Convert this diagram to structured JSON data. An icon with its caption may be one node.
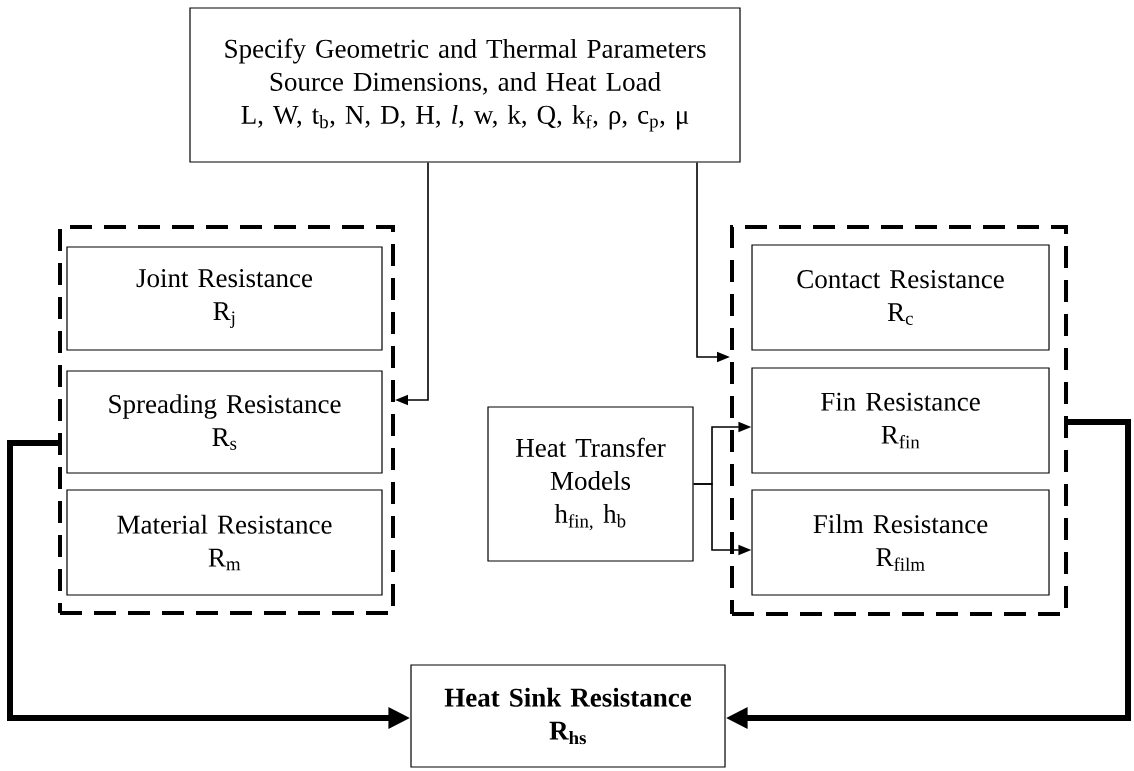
{
  "diagram": {
    "nodes": [
      {
        "text": [
          "Specify Geometric and Thermal Parameters Source Dimensions, and Heat Load",
          "L, W, t$_{b}$, N, D, H, *l*, w, k, Q, k$_{f}$, ρ, c$_{p}$, μ"
        ]
      },
      {
        "text": [],
        "shape": "box"
      },
      {
        "text": [
          "Joint Resistance",
          "R$_{j}$"
        ],
        "in": 1
      },
      {
        "text": [
          "Spreading Resistance",
          "R$_{s}$"
        ],
        "in": 1
      },
      {
        "text": [
          "Material Resistance",
          "R$_{m}$"
        ],
        "in": 1
      },
      {
        "text": [
          "Heat Transfer Models",
          "h$_{fin,}$ h$_{b}$"
        ]
      },
      {
        "text": [],
        "shape": "box"
      },
      {
        "text": [
          "Contact Resistance",
          "R$_{c}$"
        ],
        "in": 6
      },
      {
        "text": [
          "Fin Resistance",
          "R$_{fin}$"
        ],
        "in": 6
      },
      {
        "text": [
          "Film Resistance",
          "R$_{film}$"
        ],
        "in": 6
      },
      {
        "text": [
          "Heat Sink Resistance",
          "R$_{hs}$"
        ]
      }
    ],
    "edges": [
      {
        "from": 0,
        "to": 1,
        "arrow": "to"
      },
      {
        "from": 0,
        "to": 6,
        "arrow": "to"
      },
      {
        "from": 5,
        "to": 8,
        "arrow": "to"
      },
      {
        "from": 5,
        "to": 9,
        "arrow": "to"
      },
      {
        "from": 1,
        "to": 10,
        "arrow": "to",
        "style": "thick"
      },
      {
        "from": 6,
        "to": 10,
        "arrow": "to",
        "style": "thick"
      }
    ]
  }
}
